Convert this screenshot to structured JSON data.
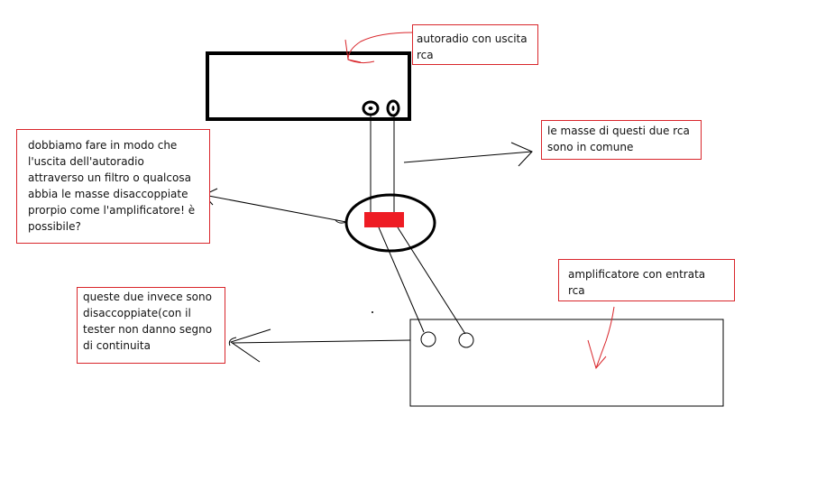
{
  "colors": {
    "stroke": "#000000",
    "annotation_red": "#d9262b",
    "fill_red": "#ee1c24",
    "background": "#ffffff"
  },
  "labels": {
    "autoradio": "autoradio con uscita\nrca",
    "masse_comune": "le masse di questi due rca\nsono in comune",
    "domanda": "dobbiamo fare in modo che\nl'uscita dell'autoradio\nattraverso un filtro o qualcosa\nabbia le masse disaccoppiate\nprorpio come l'amplificatore! è\npossibile?",
    "disaccoppiate": "queste due invece sono\ndisaccoppiate(con il\ntester  non danno segno\ndi continuita",
    "amplificatore": "amplificatore con entrata\nrca"
  },
  "components": {
    "car_radio": "autoradio",
    "filter": "filtro",
    "amplifier": "amplificatore"
  }
}
